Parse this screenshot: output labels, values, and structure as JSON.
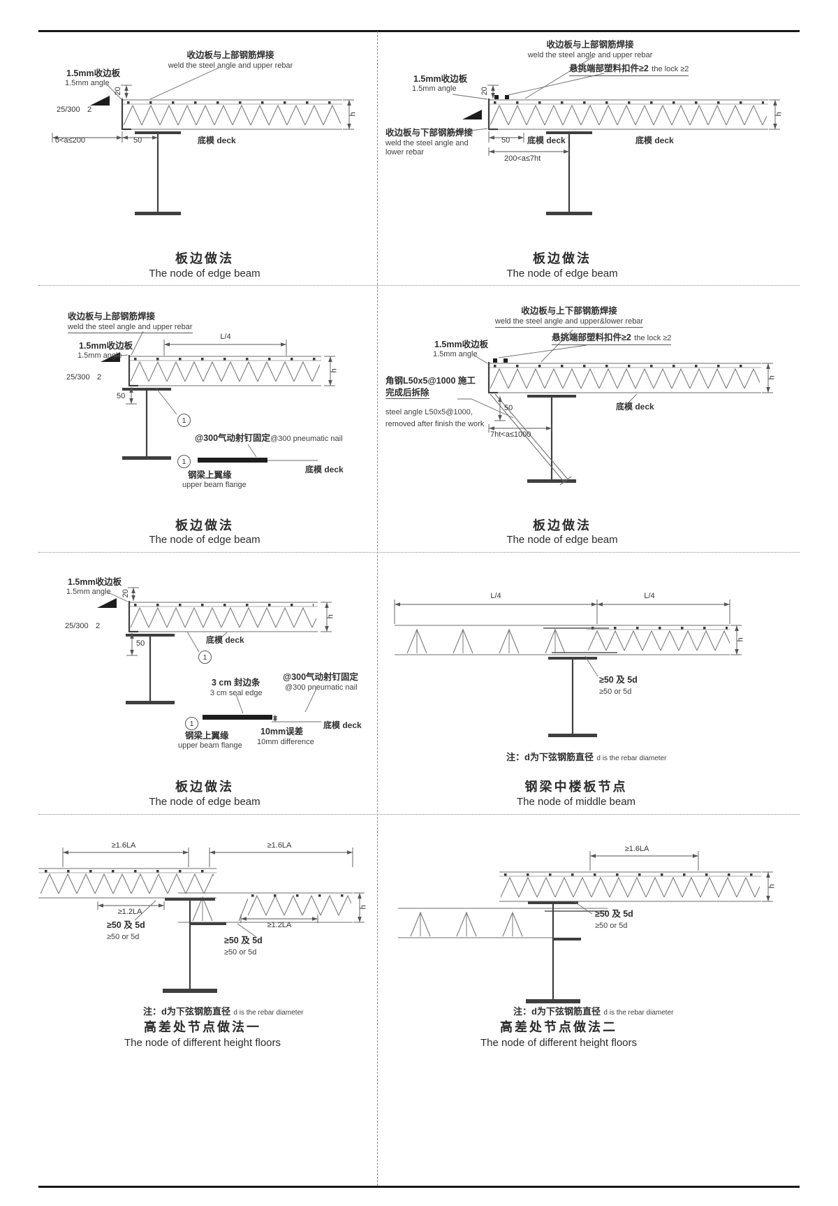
{
  "p1": {
    "weld_top_cn": "收边板与上部钢筋焊接",
    "weld_top_en": "weld the steel angle and upper rebar",
    "angle_cn": "1.5mm收边板",
    "angle_en": "1.5mm angle",
    "dim_20": "20",
    "slope_ratio": "25/300",
    "slope_n": "2",
    "range_a": "0<a≤200",
    "dim_50": "50",
    "deck": "底模 deck",
    "dim_h": "h",
    "title_cn": "板边做法",
    "title_en": "The node of edge beam"
  },
  "p2": {
    "weld_top_cn": "收边板与上部钢筋焊接",
    "weld_top_en": "weld the steel angle and upper rebar",
    "lock_cn": "悬挑端部塑料扣件≥2",
    "lock_en": "the lock ≥2",
    "angle_cn": "1.5mm收边板",
    "angle_en": "1.5mm angle",
    "dim_20": "20",
    "weld_bot_cn": "收边板与下部钢筋焊接",
    "weld_bot_en1": "weld the steel angle and",
    "weld_bot_en2": "lower rebar",
    "dim_50": "50",
    "deck1": "底模 deck",
    "deck2": "底模 deck",
    "range_a": "200<a≤7ht",
    "dim_h": "h",
    "title_cn": "板边做法",
    "title_en": "The node of edge beam"
  },
  "p3": {
    "weld_top_cn": "收边板与上部钢筋焊接",
    "weld_top_en": "weld the steel angle and upper rebar",
    "angle_cn": "1.5mm收边板",
    "angle_en": "1.5mm angle",
    "dim_L4": "L/4",
    "slope_ratio": "25/300",
    "slope_n": "2",
    "dim_50": "50",
    "callout": "1",
    "nail_cn": "@300气动射钉固定",
    "nail_en": "@300 pneumatic nail",
    "flange_cn": "钢梁上翼缘",
    "flange_en": "upper beam flange",
    "deck": "底模 deck",
    "dim_h": "h",
    "title_cn": "板边做法",
    "title_en": "The node of edge beam"
  },
  "p4": {
    "weld_cn": "收边板与上下部钢筋焊接",
    "weld_en": "weld the steel angle and upper&lower rebar",
    "lock_cn": "悬挑端部塑料扣件≥2",
    "lock_en": "the lock ≥2",
    "angle_cn": "1.5mm收边板",
    "angle_en": "1.5mm angle",
    "brace_cn1": "角钢L50x5@1000 施工",
    "brace_cn2": "完成后拆除",
    "brace_en1": "steel angle L50x5@1000,",
    "brace_en2": "removed after finish the work",
    "dim_50": "50",
    "range_a": "7ht<a≤1000",
    "deck": "底模 deck",
    "dim_h": "h",
    "title_cn": "板边做法",
    "title_en": "The node of edge beam"
  },
  "p5": {
    "angle_cn": "1.5mm收边板",
    "angle_en": "1.5mm angle",
    "dim_20": "20",
    "slope_ratio": "25/300",
    "slope_n": "2",
    "dim_50": "50",
    "deck1": "底模 deck",
    "callout": "1",
    "seal_cn": "3 cm 封边条",
    "seal_en": "3 cm seal edge",
    "nail_cn": "@300气动射钉固定",
    "nail_en": "@300 pneumatic nail",
    "flange_cn": "钢梁上翼缘",
    "flange_en": "upper beam flange",
    "diff_cn": "10mm误差",
    "diff_en": "10mm difference",
    "deck2": "底模 deck",
    "dim_h": "h",
    "title_cn": "板边做法",
    "title_en": "The node of edge beam"
  },
  "p6": {
    "dim_L4_left": "L/4",
    "dim_L4_right": "L/4",
    "d50_cn": "≥50 及 5d",
    "d50_en": "≥50 or 5d",
    "dim_h": "h",
    "note_cn": "注：d为下弦钢筋直径",
    "note_en": "d is the rebar diameter",
    "title_cn": "钢梁中楼板节点",
    "title_en": "The node of middle beam"
  },
  "p7": {
    "dim_16LA_left": "≥1.6LA",
    "dim_16LA_right": "≥1.6LA",
    "dim_12LA_left": "≥1.2LA",
    "d50a_cn": "≥50 及 5d",
    "d50a_en": "≥50 or 5d",
    "dim_12LA_right": "≥1.2LA",
    "d50b_cn": "≥50 及 5d",
    "d50b_en": "≥50 or 5d",
    "dim_h": "h",
    "note_cn": "注：d为下弦钢筋直径",
    "note_en": "d is the rebar diameter",
    "title_cn": "高差处节点做法一",
    "title_en": "The node of different height floors"
  },
  "p8": {
    "dim_16LA": "≥1.6LA",
    "d50_cn": "≥50 及 5d",
    "d50_en": "≥50 or 5d",
    "dim_h": "h",
    "note_cn": "注：d为下弦钢筋直径",
    "note_en": "d is the rebar diameter",
    "title_cn": "高差处节点做法二",
    "title_en": "The node of different height floors"
  }
}
